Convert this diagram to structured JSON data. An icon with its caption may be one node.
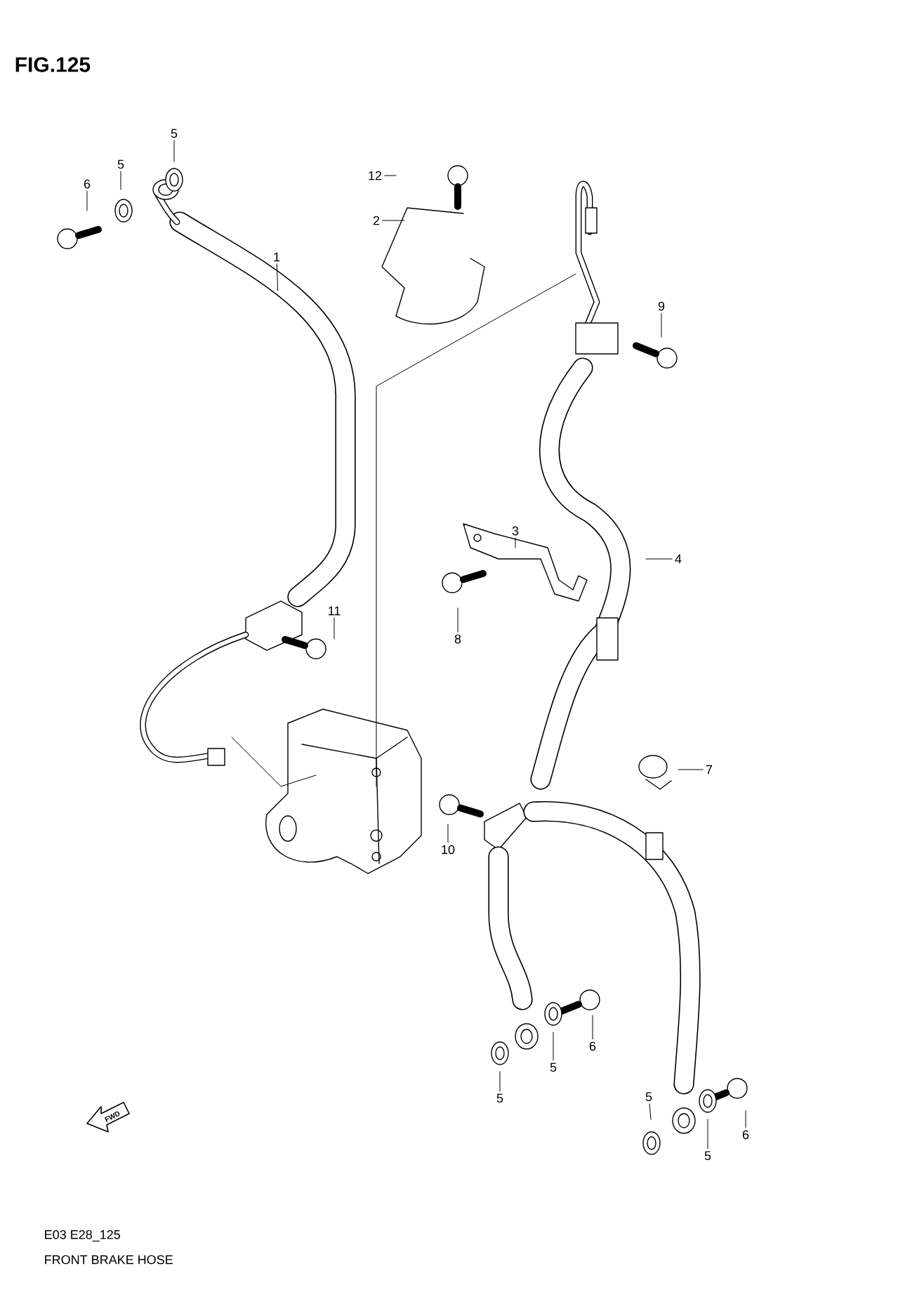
{
  "diagram": {
    "title": "FIG.125",
    "caption": "FRONT BRAKE HOSE",
    "nodes": [
      {
        "text": [
          "1"
        ]
      },
      {
        "text": [
          "2"
        ]
      },
      {
        "text": [
          "3"
        ]
      },
      {
        "text": [
          "4"
        ]
      },
      {
        "text": [
          "5"
        ]
      },
      {
        "text": [
          "5"
        ]
      },
      {
        "text": [
          "6"
        ]
      },
      {
        "text": [
          "7"
        ]
      },
      {
        "text": [
          "8"
        ]
      },
      {
        "text": [
          "9"
        ]
      },
      {
        "text": [
          "10"
        ]
      },
      {
        "text": [
          "11"
        ]
      },
      {
        "text": [
          "12"
        ]
      },
      {
        "text": [
          "5"
        ]
      },
      {
        "text": [
          "5"
        ]
      },
      {
        "text": [
          "6"
        ]
      },
      {
        "text": [
          "5"
        ]
      },
      {
        "text": [
          "5"
        ]
      },
      {
        "text": [
          "6"
        ]
      }
    ],
    "edges": [
      {
        "from": 0,
        "to": null,
        "arrow": "none"
      },
      {
        "from": 1,
        "to": null,
        "arrow": "none"
      },
      {
        "from": 2,
        "to": null,
        "arrow": "none"
      },
      {
        "from": 3,
        "to": null,
        "arrow": "none"
      },
      {
        "from": 4,
        "to": null,
        "arrow": "none"
      },
      {
        "from": 5,
        "to": null,
        "arrow": "none"
      },
      {
        "from": 6,
        "to": null,
        "arrow": "none"
      },
      {
        "from": 7,
        "to": null,
        "arrow": "none"
      },
      {
        "from": 8,
        "to": null,
        "arrow": "none"
      },
      {
        "from": 9,
        "to": null,
        "arrow": "none"
      },
      {
        "from": 10,
        "to": null,
        "arrow": "none"
      },
      {
        "from": 11,
        "to": null,
        "arrow": "none"
      },
      {
        "from": 12,
        "to": null,
        "arrow": "none"
      },
      {
        "from": 13,
        "to": null,
        "arrow": "none"
      },
      {
        "from": 14,
        "to": null,
        "arrow": "none"
      },
      {
        "from": 15,
        "to": null,
        "arrow": "none"
      },
      {
        "from": 16,
        "to": null,
        "arrow": "none"
      },
      {
        "from": 17,
        "to": null,
        "arrow": "none"
      },
      {
        "from": 18,
        "to": null,
        "arrow": "none"
      }
    ],
    "labels": [
      "FWD",
      "E03 E28_125"
    ]
  }
}
